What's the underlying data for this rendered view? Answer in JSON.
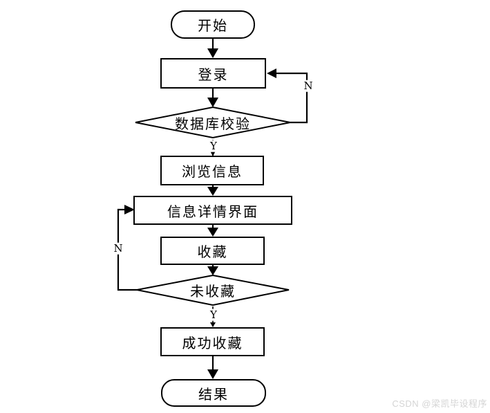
{
  "nodes": {
    "start": {
      "label": "开始",
      "type": "terminator"
    },
    "login": {
      "label": "登录",
      "type": "process"
    },
    "db_check": {
      "label": "数据库校验",
      "type": "decision"
    },
    "browse_info": {
      "label": "浏览信息",
      "type": "process"
    },
    "info_detail": {
      "label": "信息详情界面",
      "type": "process"
    },
    "favorite": {
      "label": "收藏",
      "type": "process"
    },
    "not_favorited": {
      "label": "未收藏",
      "type": "decision"
    },
    "favorite_success": {
      "label": "成功收藏",
      "type": "process"
    },
    "result": {
      "label": "结果",
      "type": "terminator"
    }
  },
  "edge_labels": {
    "db_check_no": "N",
    "db_check_yes": "Y",
    "not_favorited_no": "N",
    "not_favorited_yes": "Y"
  },
  "watermark": {
    "text": "CSDN @梁凯毕设程序"
  },
  "colors": {
    "stroke": "#000000",
    "node_fill": "#ffffff",
    "background": "#ffffff",
    "watermark": "#d4d4d4"
  }
}
